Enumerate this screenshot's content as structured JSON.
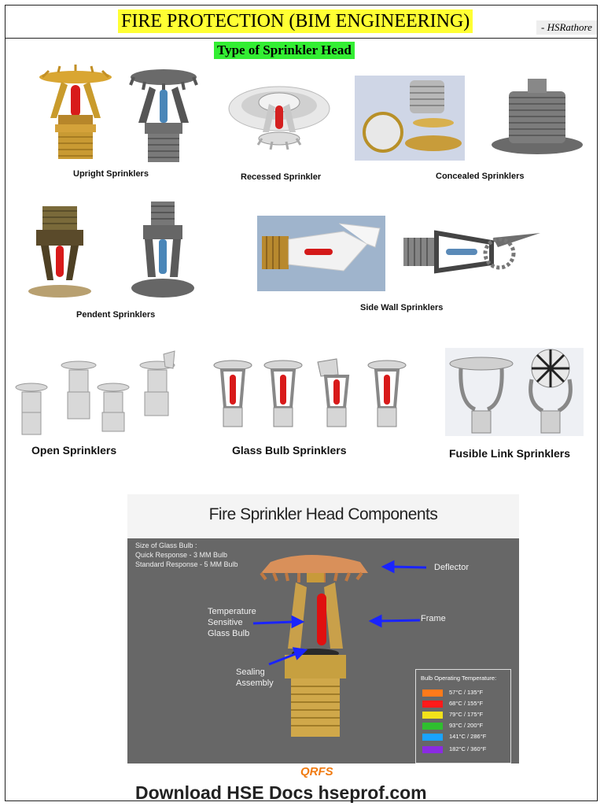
{
  "header": {
    "title": "FIRE PROTECTION (BIM ENGINEERING)",
    "author": "- HSRathore",
    "subtitle": "Type of Sprinkler Head"
  },
  "captions": {
    "upright": "Upright Sprinklers",
    "recessed": "Recessed Sprinkler",
    "concealed": "Concealed Sprinklers",
    "pendent": "Pendent Sprinklers",
    "sidewall": "Side Wall Sprinklers",
    "open": "Open Sprinklers",
    "glass_bulb": "Glass Bulb Sprinklers",
    "fusible_link": "Fusible Link Sprinklers"
  },
  "components": {
    "title": "Fire Sprinkler Head Components",
    "notes": [
      "Size of Glass Bulb :",
      "Quick Response - 3 MM Bulb",
      "Standard Response - 5 MM Bulb"
    ],
    "labels": {
      "deflector": "Deflector",
      "frame": "Frame",
      "temp_sensitive": "Temperature\nSensitive\nGlass Bulb",
      "sealing": "Sealing\nAssembly"
    },
    "temp_table": {
      "title": "Bulb Operating Temperature:",
      "rows": [
        {
          "label": "57°C / 135°F",
          "color": "#ff7a1a"
        },
        {
          "label": "68°C / 155°F",
          "color": "#ff1a1a"
        },
        {
          "label": "79°C / 175°F",
          "color": "#f2e21a"
        },
        {
          "label": "93°C / 200°F",
          "color": "#2fbf2f"
        },
        {
          "label": "141°C / 286°F",
          "color": "#1aa3ff"
        },
        {
          "label": "182°C / 360°F",
          "color": "#8a2be2"
        }
      ]
    },
    "logo": "QRFS"
  },
  "footer": "Download HSE Docs hseprof.com"
}
